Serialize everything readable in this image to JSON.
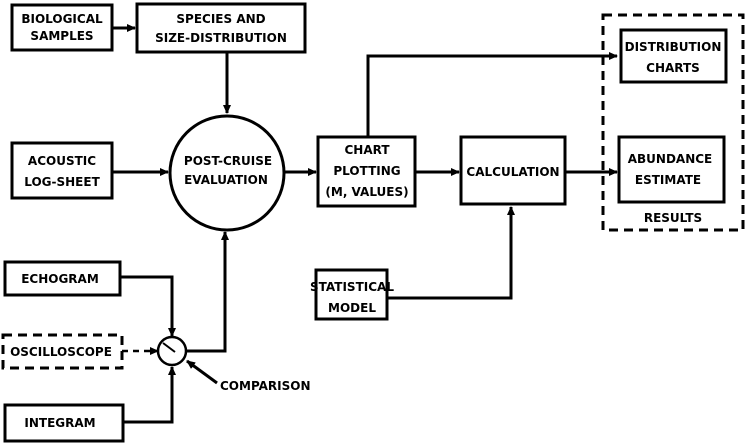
{
  "diagram": {
    "nodes": {
      "biological_samples": [
        "BIOLOGICAL",
        "SAMPLES"
      ],
      "species_size": [
        "SPECIES AND",
        "SIZE-DISTRIBUTION"
      ],
      "acoustic_log": [
        "ACOUSTIC",
        "LOG-SHEET"
      ],
      "post_cruise": [
        "POST-CRUISE",
        "EVALUATION"
      ],
      "chart_plotting": [
        "CHART",
        "PLOTTING",
        "(M, VALUES)"
      ],
      "calculation": [
        "CALCULATION"
      ],
      "distribution_charts": [
        "DISTRIBUTION",
        "CHARTS"
      ],
      "abundance_estimate": [
        "ABUNDANCE",
        "ESTIMATE"
      ],
      "results_group": "RESULTS",
      "echogram": [
        "ECHOGRAM"
      ],
      "oscilloscope": [
        "OSCILLOSCOPE"
      ],
      "integram": [
        "INTEGRAM"
      ],
      "statistical_model": [
        "STATISTICAL",
        "MODEL"
      ],
      "comparison": "COMPARISON"
    },
    "edges": [
      {
        "from": "biological_samples",
        "to": "species_size",
        "style": "solid"
      },
      {
        "from": "species_size",
        "to": "post_cruise",
        "style": "solid"
      },
      {
        "from": "acoustic_log",
        "to": "post_cruise",
        "style": "solid"
      },
      {
        "from": "post_cruise",
        "to": "chart_plotting",
        "style": "solid"
      },
      {
        "from": "chart_plotting",
        "to": "distribution_charts",
        "style": "solid"
      },
      {
        "from": "chart_plotting",
        "to": "calculation",
        "style": "solid"
      },
      {
        "from": "calculation",
        "to": "abundance_estimate",
        "style": "solid"
      },
      {
        "from": "statistical_model",
        "to": "calculation",
        "style": "solid"
      },
      {
        "from": "echogram",
        "to": "comparison",
        "style": "solid"
      },
      {
        "from": "oscilloscope",
        "to": "comparison",
        "style": "dashed"
      },
      {
        "from": "integram",
        "to": "comparison",
        "style": "solid"
      },
      {
        "from": "comparison",
        "to": "post_cruise",
        "style": "solid"
      }
    ]
  }
}
